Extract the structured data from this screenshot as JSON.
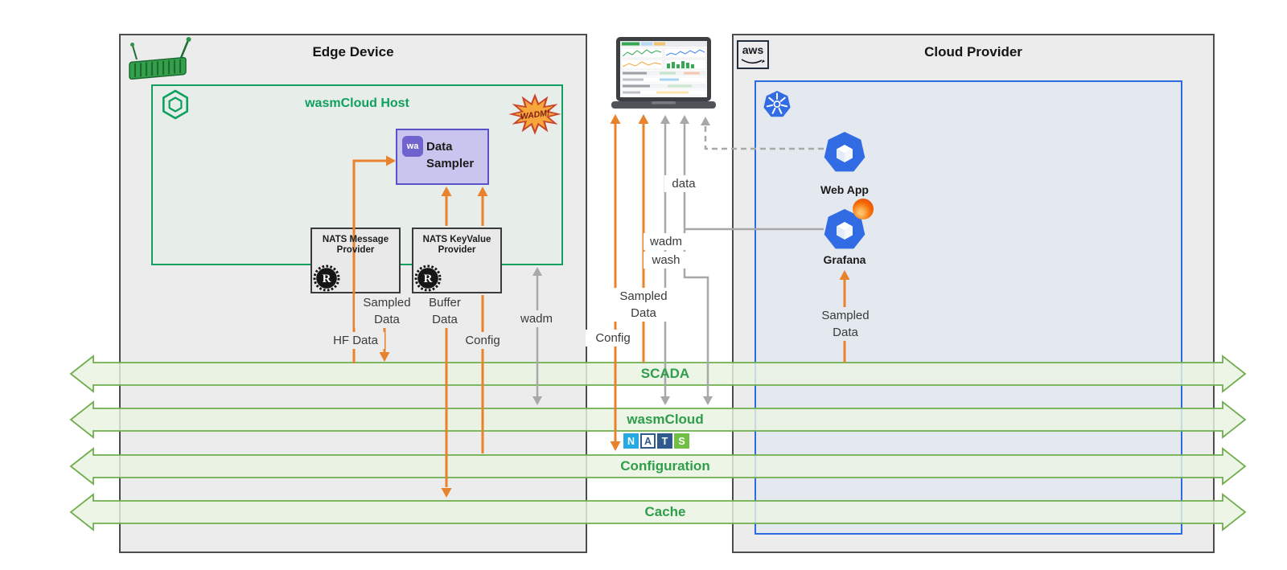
{
  "edge": {
    "title": "Edge Device",
    "host": {
      "title": "wasmCloud Host",
      "badge": "WADM!",
      "sampler": {
        "icon": "wa",
        "name_line1": "Data",
        "name_line2": "Sampler"
      }
    },
    "providers": [
      {
        "line1": "NATS Message",
        "line2": "Provider",
        "rust": "R"
      },
      {
        "line1": "NATS KeyValue",
        "line2": "Provider",
        "rust": "R"
      }
    ]
  },
  "cloud": {
    "title": "Cloud Provider",
    "aws_label": "aws",
    "nodes": [
      {
        "label": "Web App"
      },
      {
        "label": "Grafana"
      }
    ]
  },
  "flow_labels": {
    "edge_sampled_1": "Sampled",
    "edge_sampled_2": "Data",
    "hf_data": "HF Data",
    "buffer_1": "Buffer",
    "buffer_2": "Data",
    "edge_config": "Config",
    "edge_wadm": "wadm",
    "mid_config": "Config",
    "mid_sampled_1": "Sampled",
    "mid_sampled_2": "Data",
    "mid_wadm": "wadm",
    "mid_wash": "wash",
    "mid_data": "data",
    "cloud_sampled_1": "Sampled",
    "cloud_sampled_2": "Data"
  },
  "buses": [
    {
      "label": "SCADA"
    },
    {
      "label": "wasmCloud"
    },
    {
      "label": "Configuration"
    },
    {
      "label": "Cache"
    }
  ],
  "nats": {
    "letters": [
      "N",
      "A",
      "T",
      "S"
    ]
  },
  "icons": {
    "edge_device": "industrial-router-icon",
    "wasmcloud": "wasmcloud-hexagon-icon",
    "wadm": "wadm-starburst-icon",
    "wasm_component": "webassembly-icon",
    "rust": "rust-gear-icon",
    "laptop": "laptop-dashboard-icon",
    "aws": "aws-logo-icon",
    "kubernetes": "kubernetes-icon",
    "web_app": "cube-icon",
    "grafana": "grafana-flame-icon",
    "nats": "nats-logo"
  },
  "colors": {
    "orange": "#E8822C",
    "gray_arrow": "#A8A8A8",
    "bus_stroke": "#6FAE4E",
    "bus_fill": "rgba(233,243,225,0.82)",
    "bus_label": "#2E9E4B",
    "wasmcloud_green": "#0FA05F",
    "purple_border": "#5B51C9",
    "blue_border": "#2B6BE4",
    "k8s_blue": "#326CE5"
  }
}
